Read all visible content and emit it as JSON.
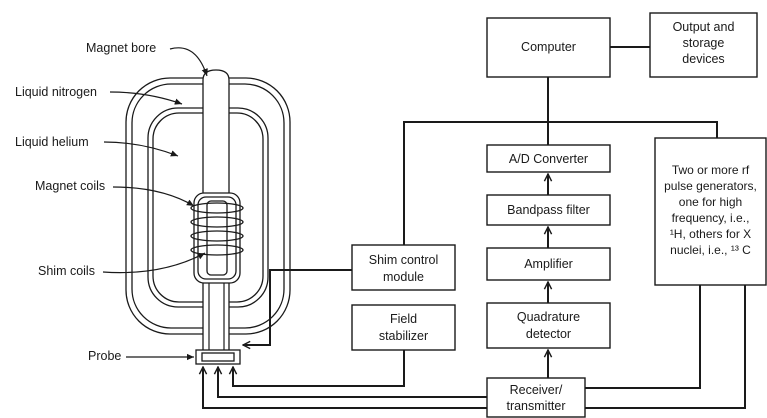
{
  "magnet_labels": {
    "magnet_bore": "Magnet bore",
    "liquid_nitrogen": "Liquid nitrogen",
    "liquid_helium": "Liquid helium",
    "magnet_coils": "Magnet coils",
    "shim_coils": "Shim coils",
    "probe": "Probe"
  },
  "blocks": {
    "computer": [
      "Computer"
    ],
    "output_storage": [
      "Output and",
      "storage",
      "devices"
    ],
    "ad_converter": [
      "A/D Converter"
    ],
    "bandpass_filter": [
      "Bandpass filter"
    ],
    "amplifier": [
      "Amplifier"
    ],
    "quadrature_detector": [
      "Quadrature",
      "detector"
    ],
    "receiver_transmitter": [
      "Receiver/",
      "transmitter"
    ],
    "shim_control": [
      "Shim control",
      "module"
    ],
    "field_stabilizer": [
      "Field",
      "stabilizer"
    ],
    "rf_generators": [
      "Two or more rf",
      "pulse generators,",
      "one for high",
      "frequency, i.e.,",
      "¹H, others for X",
      "nuclei, i.e., ¹³ C"
    ]
  }
}
